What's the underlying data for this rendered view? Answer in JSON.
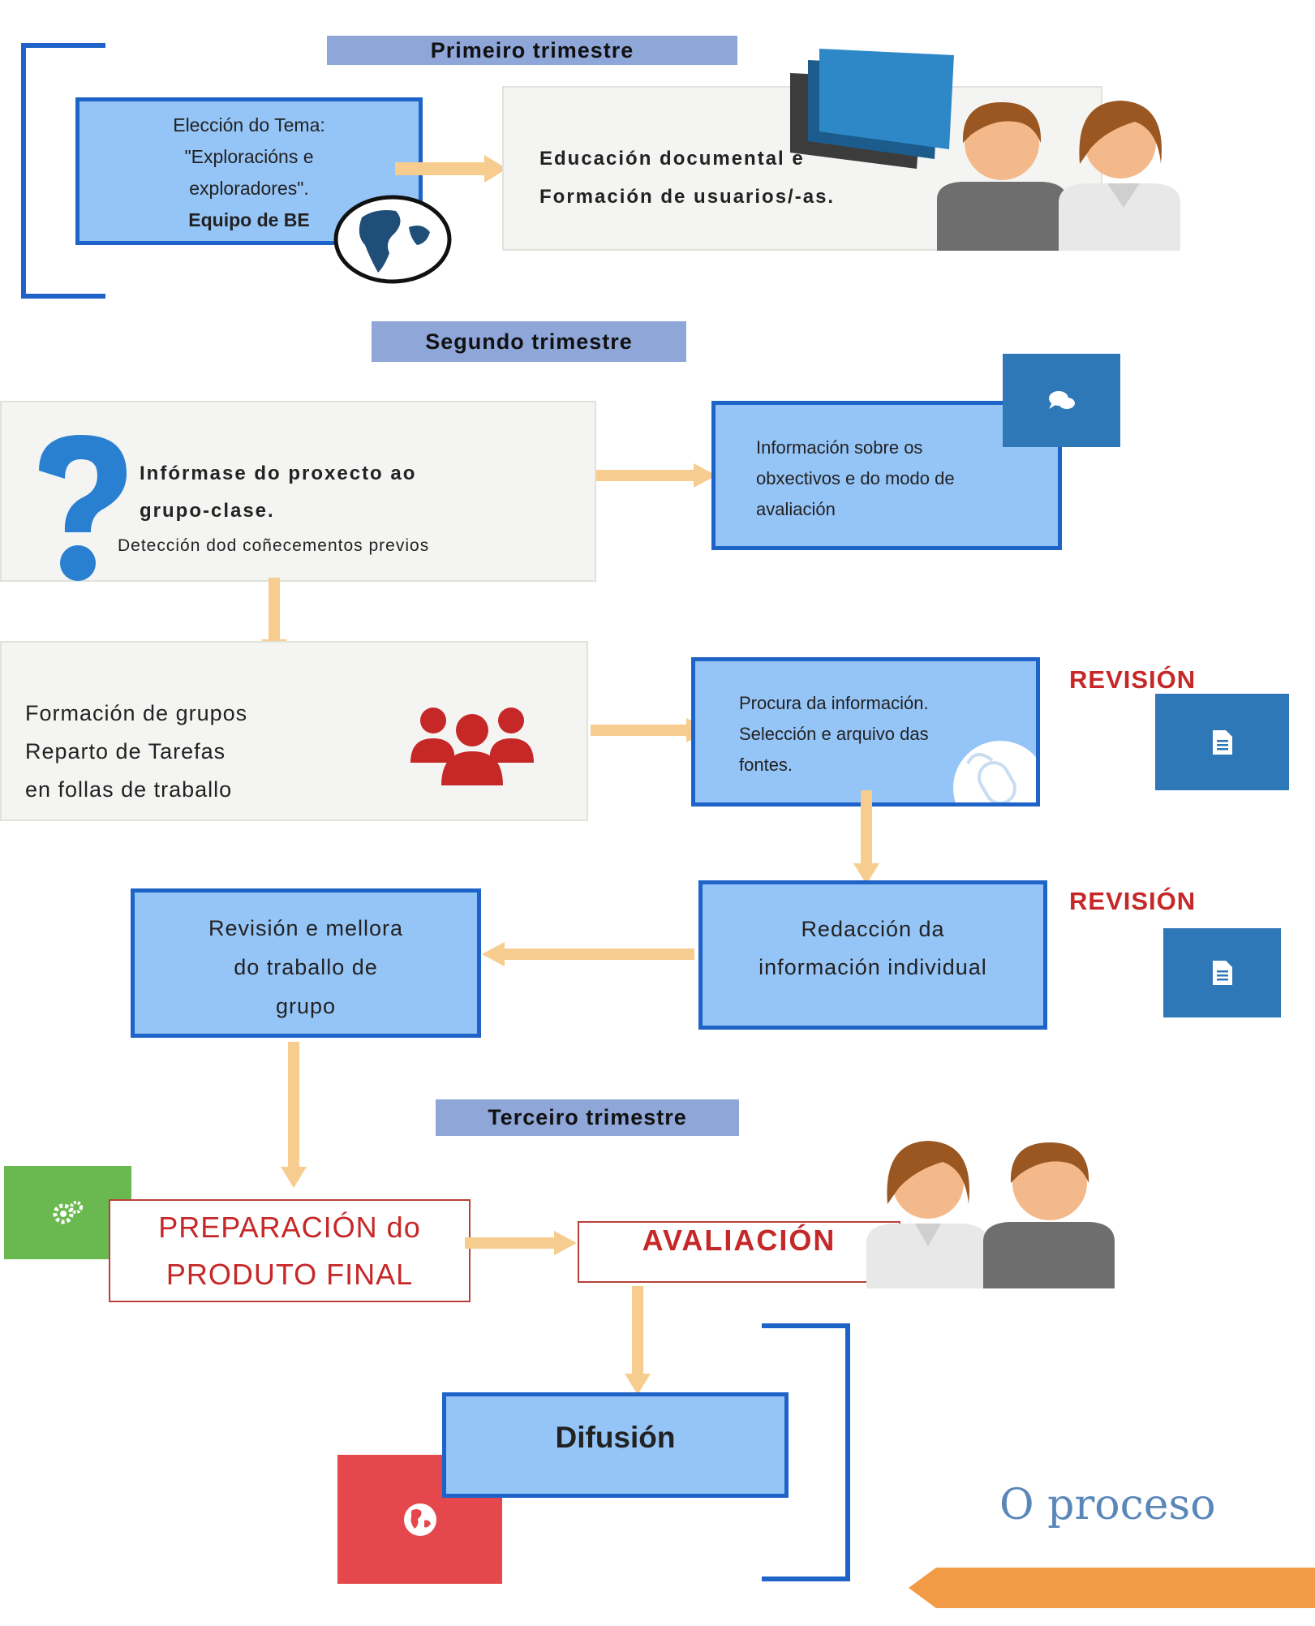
{
  "trimesters": {
    "first": "Primeiro trimestre",
    "second": "Segundo trimestre",
    "third": "Terceiro trimestre"
  },
  "theme_box": {
    "line1": "Elección do Tema:",
    "line2": "\"Exploracións e",
    "line3": "exploradores\".",
    "line4": "Equipo de BE"
  },
  "education_box": {
    "line1": "Educación documental e",
    "line2": "Formación de usuarios/-as."
  },
  "inform_box": {
    "line1": "Infórmase do proxecto ao",
    "line2": "grupo-clase.",
    "line3": "Detección dod coñecementos previos"
  },
  "info_objectives_box": {
    "line1": "Información  sobre os",
    "line2": "obxectivos e do  modo de",
    "line3": "avaliación"
  },
  "groups_box": {
    "line1": "Formación de grupos",
    "line2": "Reparto de Tarefas",
    "line3": "en follas de traballo"
  },
  "search_box": {
    "line1": "Procura da información.",
    "line2": "Selección  e arquivo das",
    "line3": "fontes."
  },
  "revision_labels": [
    "REVISIÓN",
    "REVISIÓN"
  ],
  "writing_box": {
    "line1": "Redacción  da",
    "line2": "información individual"
  },
  "review_box": {
    "line1": "Revisión e mellora",
    "line2": "do  traballo  de",
    "line3": "grupo"
  },
  "final_product_box": {
    "line1": "PREPARACIÓN do",
    "line2": "PRODUTO FINAL"
  },
  "evaluation_box": {
    "label": "AVALIACIÓN"
  },
  "diffusion_box": {
    "label": "Difusión"
  },
  "footer": {
    "title": "O proceso"
  },
  "icons": {
    "globe": "globe-icon",
    "people": "people-icon",
    "question": "question-mark-icon",
    "chat": "chat-icon",
    "document": "document-icon",
    "mouse": "mouse-icon",
    "gears": "gears-icon",
    "group": "group-icon"
  },
  "colors": {
    "box_fill": "#95c4f7",
    "box_border": "#1e64c8",
    "band": "#8fa6d9",
    "arrow": "#f7cc8f",
    "revision_red": "#c62828",
    "tile_blue": "#2f78b8",
    "tile_green": "#6ab850",
    "tile_red": "#e4484c",
    "footer_bar": "#f29a45"
  }
}
